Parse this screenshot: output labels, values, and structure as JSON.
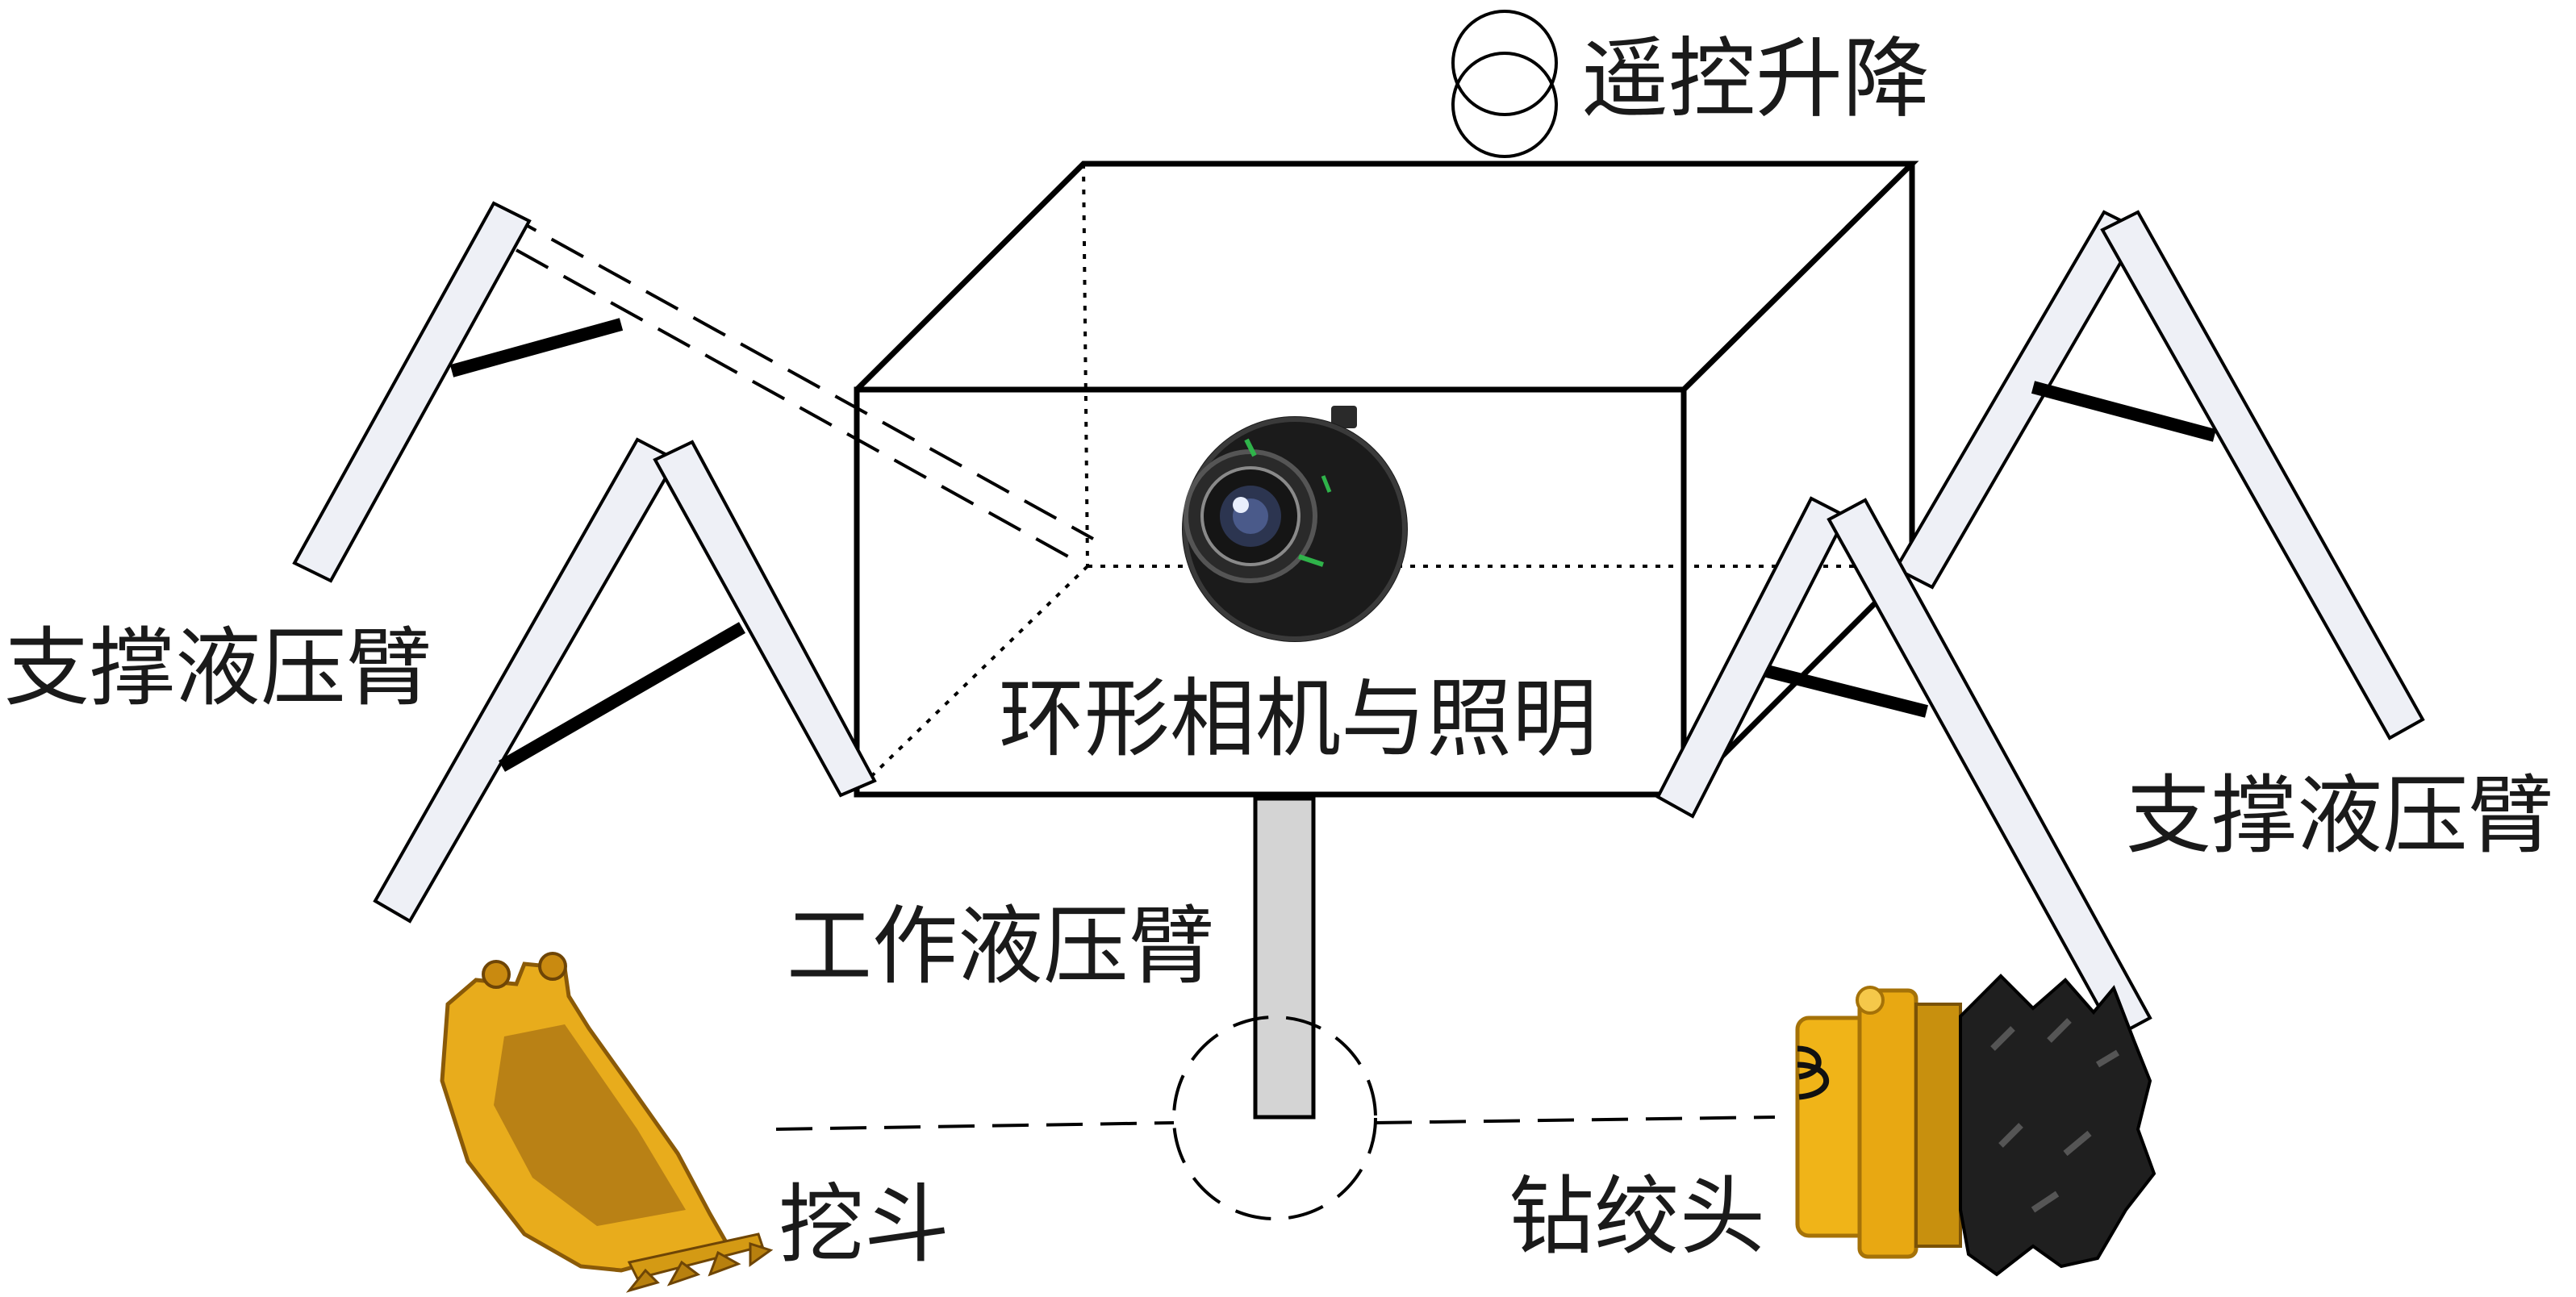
{
  "labels": {
    "remote_lift": "遥控升降",
    "support_arm_left": "支撑液压臂",
    "support_arm_right": "支撑液压臂",
    "camera_lighting": "环形相机与照明",
    "working_arm": "工作液压臂",
    "bucket": "挖斗",
    "drill_head": "钻绞头"
  },
  "icons": {
    "camera": "spherical-camera-icon",
    "remote_lift": "remote-lift-icon",
    "bucket": "excavator-bucket-icon",
    "drill_head": "drill-head-icon"
  },
  "colors": {
    "line": "#000000",
    "arm_fill": "#eef0f6",
    "working_arm_fill": "#d4d4d4",
    "tool_yellow": "#e8ac1c",
    "camera_body": "#1b1b1b",
    "camera_accent": "#2fb34a"
  }
}
